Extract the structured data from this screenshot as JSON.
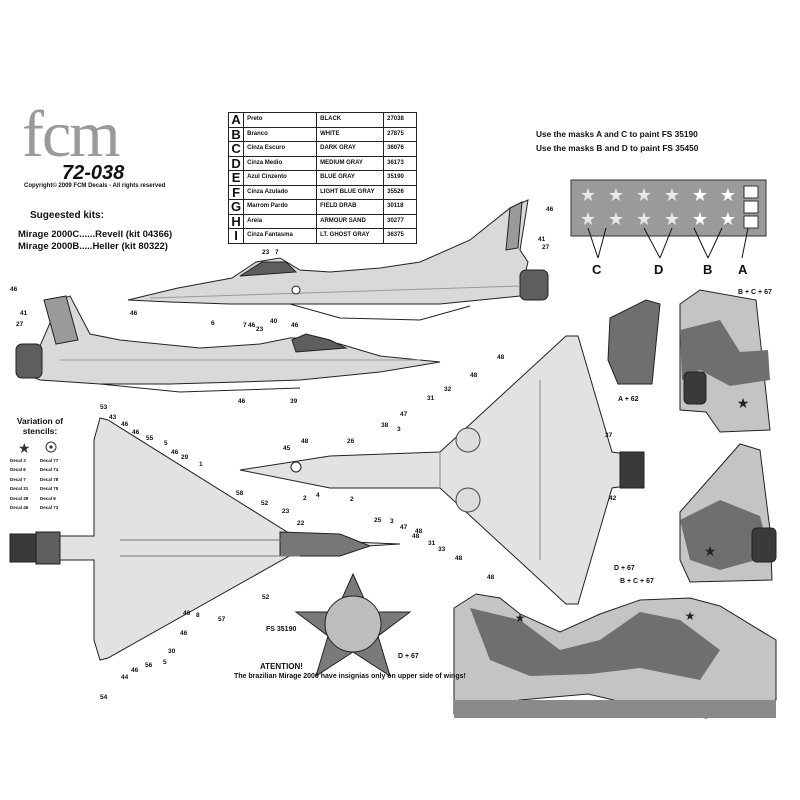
{
  "header": {
    "logo_text": "fcm",
    "sheet_code": "72-038",
    "copyright": "Copyright© 2009 FCM Decals - All rights reserved"
  },
  "kits": {
    "title": "Sugeested kits:",
    "items": [
      "Mirage 2000C......Revell (kit 04366)",
      "Mirage 2000B.....Heller (kit 80322)"
    ]
  },
  "paint_table": [
    {
      "letter": "A",
      "pt": "Preto",
      "en": "BLACK",
      "fs": "27038"
    },
    {
      "letter": "B",
      "pt": "Branco",
      "en": "WHITE",
      "fs": "27875"
    },
    {
      "letter": "C",
      "pt": "Cinza Escuro",
      "en": "DARK GRAY",
      "fs": "36076"
    },
    {
      "letter": "D",
      "pt": "Cinza Medio",
      "en": "MEDIUM GRAY",
      "fs": "36173"
    },
    {
      "letter": "E",
      "pt": "Azul Cinzento",
      "en": "BLUE GRAY",
      "fs": "35190"
    },
    {
      "letter": "F",
      "pt": "Cinza Azulado",
      "en": "LIGHT BLUE GRAY",
      "fs": "35526"
    },
    {
      "letter": "G",
      "pt": "Marrom Pardo",
      "en": "FIELD DRAB",
      "fs": "30118"
    },
    {
      "letter": "H",
      "pt": "Areia",
      "en": "ARMOUR SAND",
      "fs": "30277"
    },
    {
      "letter": "I",
      "pt": "Cinza Fantasma",
      "en": "LT. GHOST GRAY",
      "fs": "36375"
    }
  ],
  "masks": {
    "note1": "Use the masks A and C to paint FS 35190",
    "note2": "Use the masks B and D to paint FS 35450",
    "labels": [
      "C",
      "D",
      "B",
      "A"
    ]
  },
  "stencils": {
    "title": "Variation of stencils:",
    "left": [
      "Decal 3",
      "Decal 6",
      "Decal 7",
      "Decal 31",
      "Decal 39",
      "Decal 46"
    ],
    "right": [
      "Decal 77",
      "Decal 74",
      "Decal 78",
      "Decal 75",
      "Decal 9",
      "Decal 73"
    ]
  },
  "combos": {
    "bc67_top": "B + C + 67",
    "a62": "A + 62",
    "d67_right": "D + 67",
    "bc67_right": "B + C + 67",
    "d67_bottom": "D + 67"
  },
  "insignia": {
    "fs_label": "FS 35190"
  },
  "attention": {
    "title": "ATENTION!",
    "text": "The brazilian Mirage 2000 have insignias only on upper side of wings!"
  },
  "callouts": {
    "side1": [
      "46",
      "41",
      "27",
      "23",
      "7",
      "6",
      "40",
      "46",
      "46"
    ],
    "side2": [
      "46",
      "41",
      "27",
      "46",
      "7",
      "23",
      "46",
      "39"
    ],
    "top": [
      "53",
      "43",
      "46",
      "46",
      "55",
      "5",
      "46",
      "29",
      "1",
      "58",
      "52",
      "23",
      "22",
      "52",
      "57",
      "8",
      "46",
      "30",
      "5",
      "56",
      "46",
      "44",
      "54",
      "46"
    ],
    "bottom": [
      "45",
      "48",
      "2",
      "4",
      "26",
      "38",
      "3",
      "47",
      "31",
      "32",
      "48",
      "48",
      "37",
      "42",
      "2",
      "25",
      "3",
      "47",
      "31",
      "33",
      "48",
      "48",
      "48",
      "48"
    ]
  },
  "colors": {
    "light_gray": "#d9d9d9",
    "mid_gray": "#9a9a9a",
    "dark_gray": "#5e5e5e",
    "camo_light": "#c4c4c4",
    "camo_dark": "#6f6f6f"
  }
}
